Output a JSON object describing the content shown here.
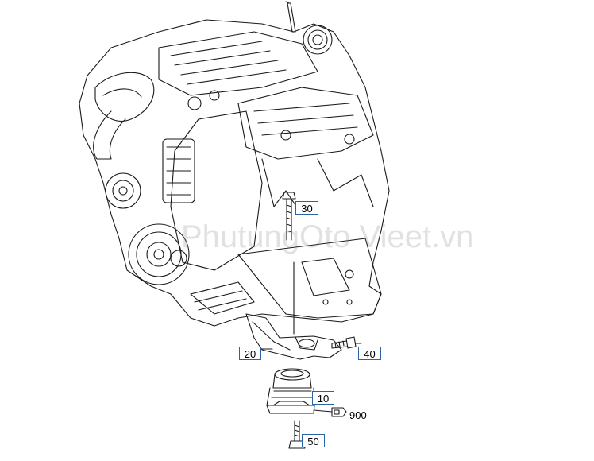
{
  "watermark": "PhutungOto Vieet.vn",
  "callouts": {
    "c30": "30",
    "c20": "20",
    "c40": "40",
    "c10": "10",
    "c50": "50",
    "c900": "900"
  },
  "colors": {
    "line": "#1a1a1a",
    "callout_border": "#2a62a8",
    "watermark": "#8a8a8a"
  }
}
